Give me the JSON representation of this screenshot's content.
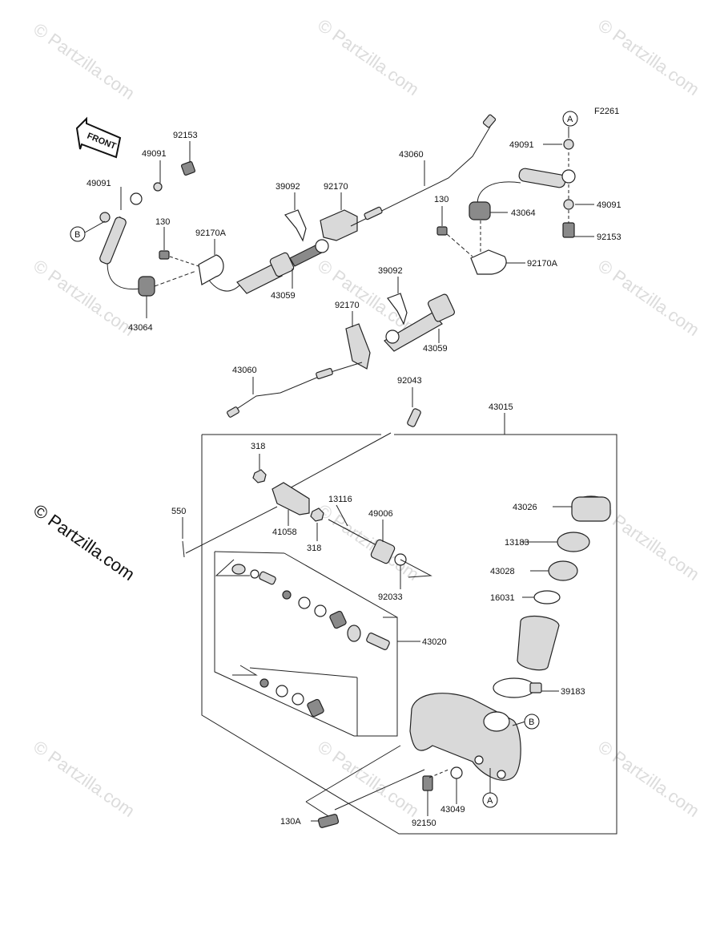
{
  "figure_code": "F2261",
  "front_label": "FRONT",
  "watermark": "© Partzilla.com",
  "side_watermark": "© Partzilla.com",
  "callouts": {
    "A": "A",
    "B": "B"
  },
  "labels": {
    "p92153_top": "92153",
    "p49091_top": "49091",
    "p49091_left": "49091",
    "p130_left": "130",
    "p92170A_left": "92170A",
    "p43064_left": "43064",
    "p39092_top": "39092",
    "p92170_top": "92170",
    "p43059_left": "43059",
    "p43060_top": "43060",
    "p130_right": "130",
    "p43064_right": "43064",
    "p49091_rt": "49091",
    "p49091_rb": "49091",
    "p92153_r": "92153",
    "p92170A_r": "92170A",
    "p39092_mid": "39092",
    "p92170_mid": "92170",
    "p43059_mid": "43059",
    "p43060_low": "43060",
    "p92043": "92043",
    "p43015": "43015",
    "p318_top": "318",
    "p550": "550",
    "p41058": "41058",
    "p318_bot": "318",
    "p13116": "13116",
    "p49006": "49006",
    "p92033": "92033",
    "p43026": "43026",
    "p13183": "13183",
    "p43028": "43028",
    "p16031": "16031",
    "p43020": "43020",
    "p39183": "39183",
    "p43049": "43049",
    "p92150": "92150",
    "p130A": "130A"
  }
}
